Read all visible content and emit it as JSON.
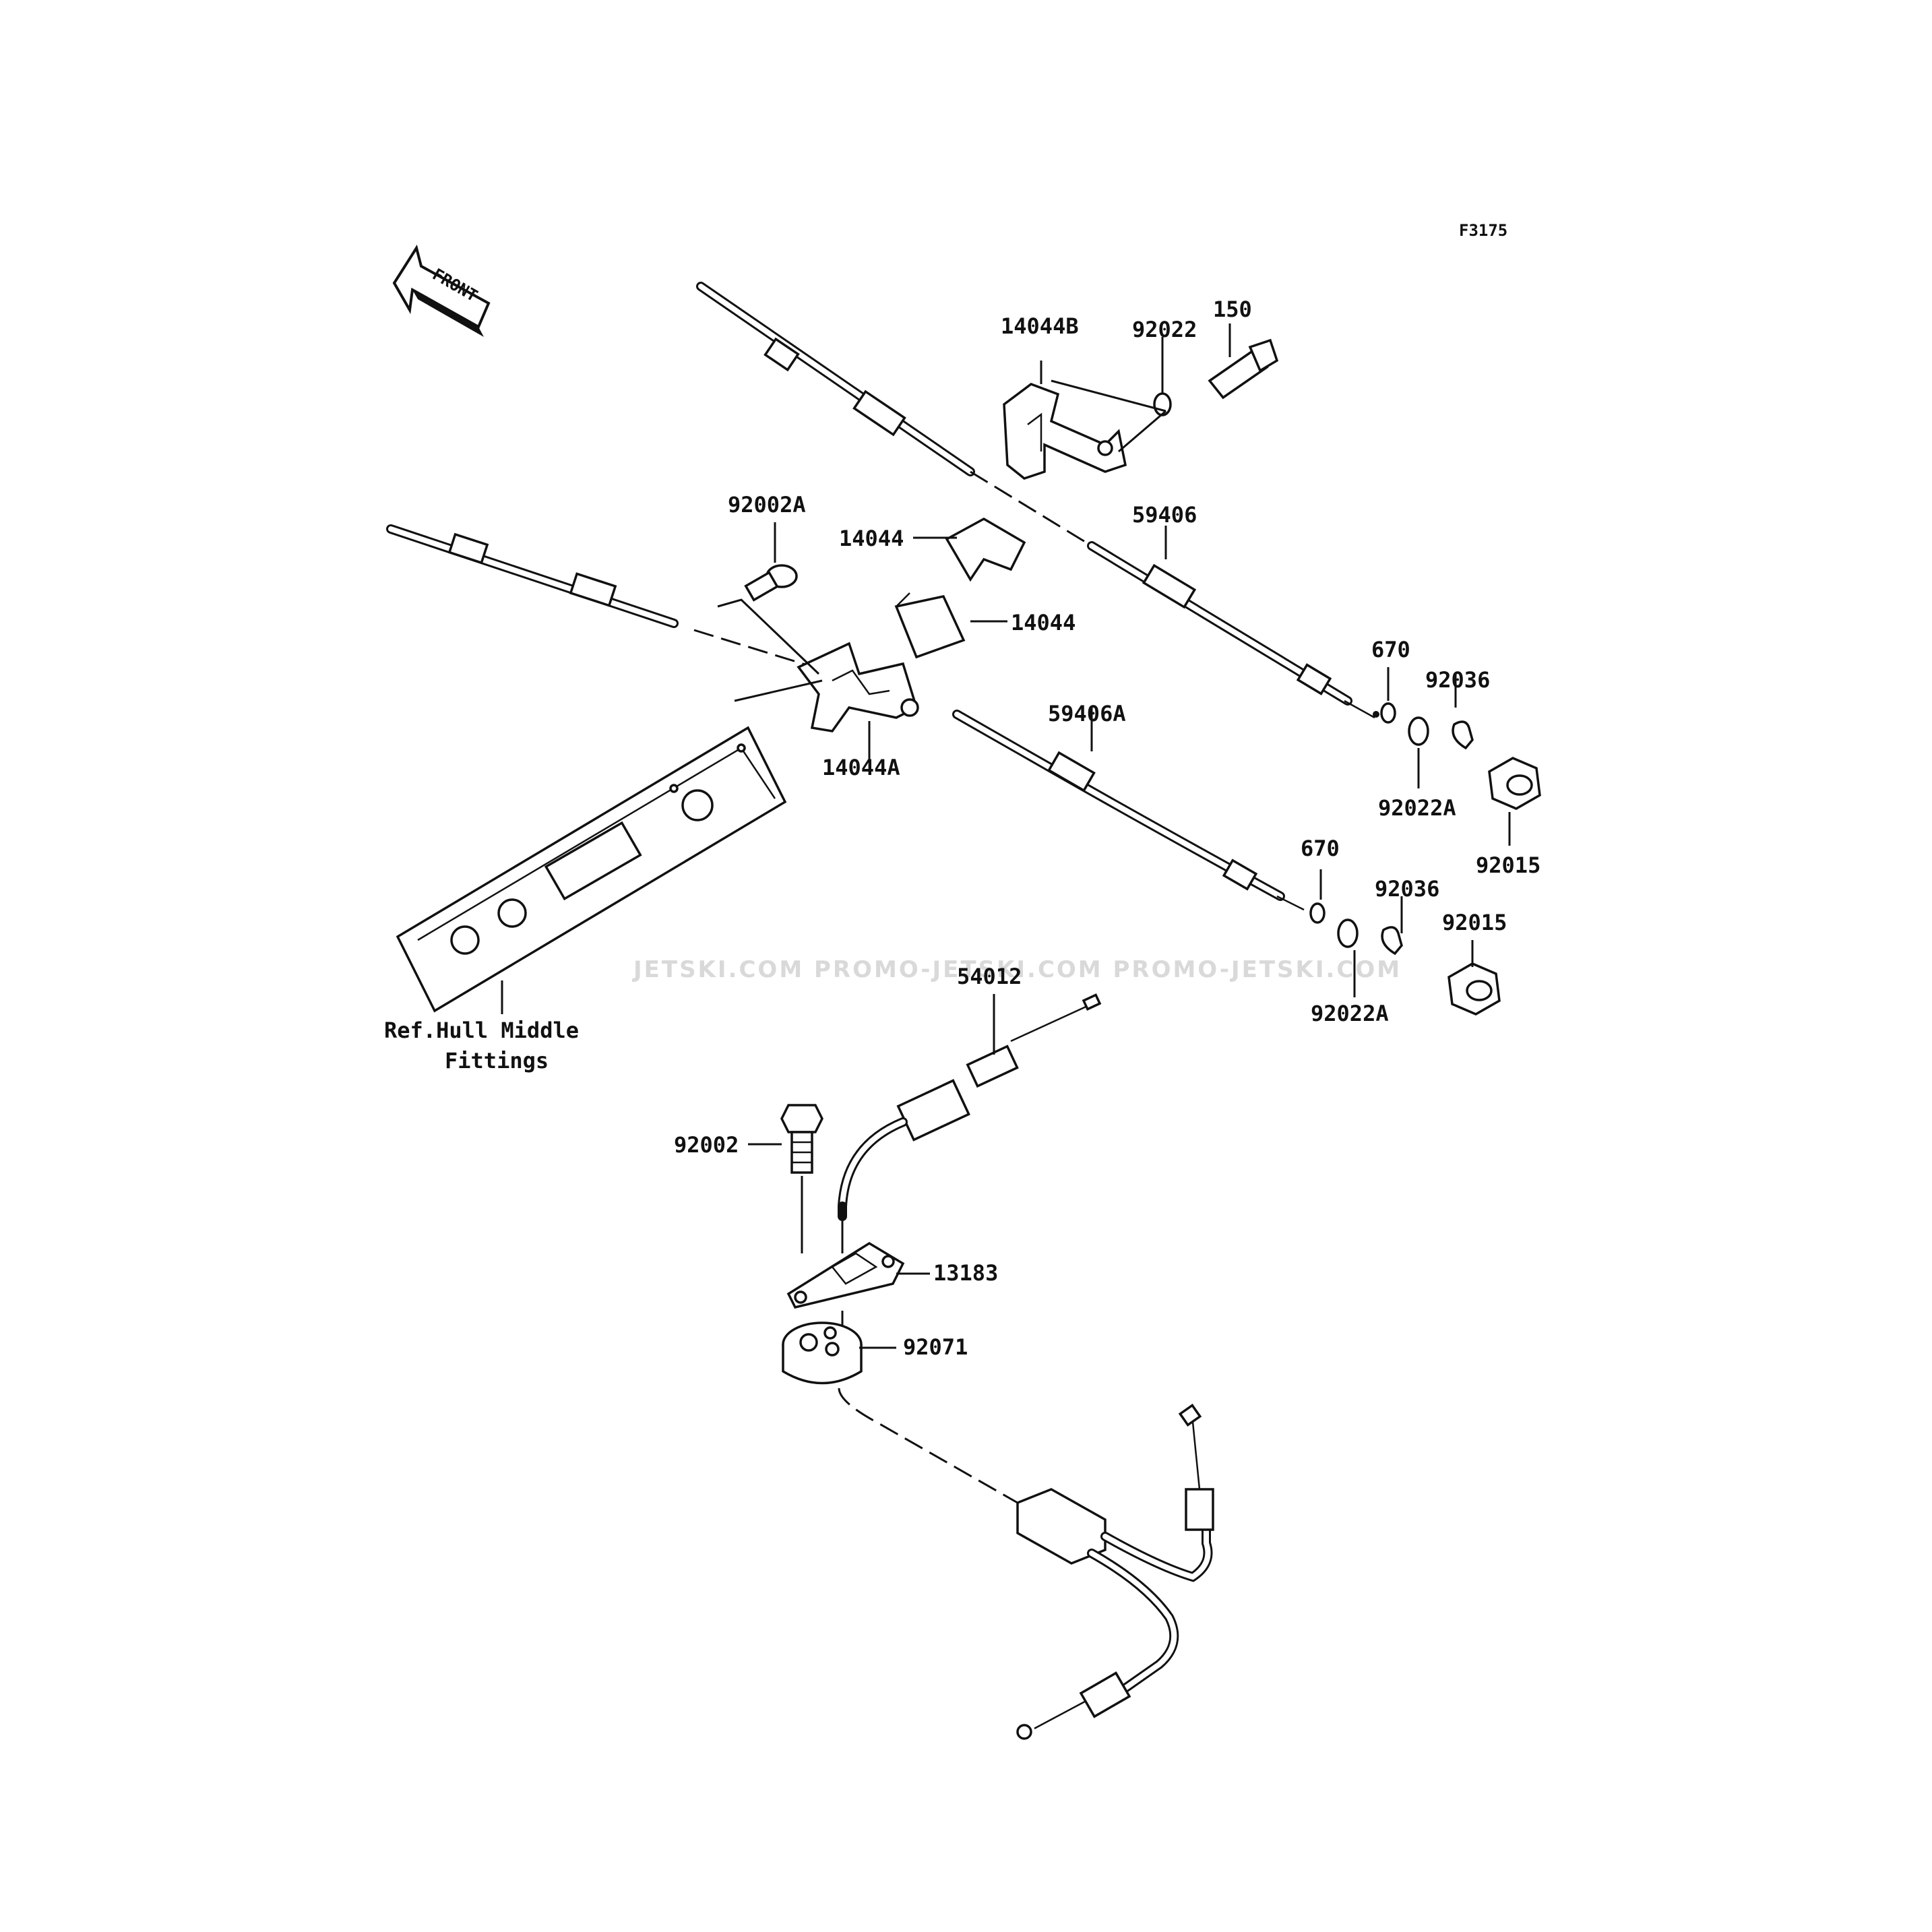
{
  "figure_code": "F3175",
  "front_arrow_text": "FRONT",
  "labels": {
    "p14044B": "14044B",
    "p92022": "92022",
    "p150": "150",
    "p92002A": "92002A",
    "p14044_top": "14044",
    "p14044_mid": "14044",
    "p59406": "59406",
    "p59406A": "59406A",
    "p14044A": "14044A",
    "p670_top": "670",
    "p92036_top": "92036",
    "p92022A_top": "92022A",
    "p92015_top": "92015",
    "p670_bot": "670",
    "p92036_bot": "92036",
    "p92015_bot": "92015",
    "p92022A_bot": "92022A",
    "p54012": "54012",
    "p92002": "92002",
    "p13183": "13183",
    "p92071": "92071"
  },
  "ref_note": {
    "line1": "Ref.Hull Middle",
    "line2": "Fittings"
  },
  "watermark": "JETSKI.COM  PROMO-JETSKI.COM  PROMO-JETSKI.COM"
}
